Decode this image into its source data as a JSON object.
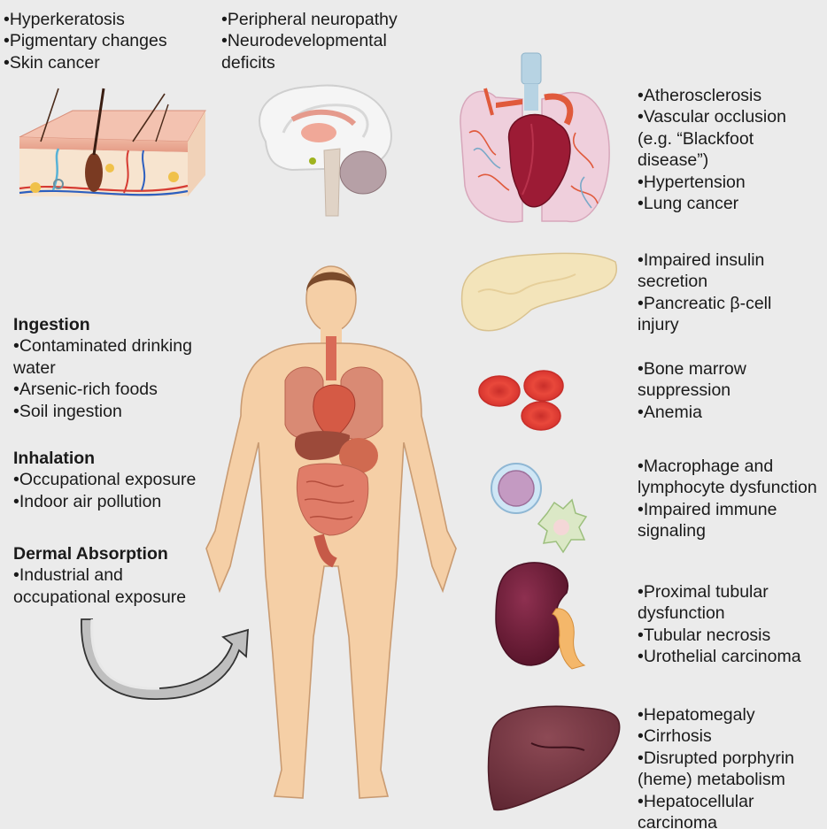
{
  "colors": {
    "background": "#ebebeb",
    "skin": "#f5cfa6",
    "organ": "#d96b57",
    "heart": "#9c1b35",
    "pancreas": "#f3e4ba",
    "rbc": "#e34a3c",
    "kidney": "#6e1e3a",
    "liver": "#7c4048"
  },
  "skin_effects": [
    "•Hyperkeratosis",
    "•Pigmentary changes",
    "•Skin cancer"
  ],
  "brain_effects": [
    "•Peripheral neuropathy",
    "•Neurodevelopmental",
    "deficits"
  ],
  "lung_effects": [
    "•Atherosclerosis",
    "•Vascular occlusion",
    "(e.g. “Blackfoot",
    "disease”)",
    "•Hypertension",
    "•Lung cancer"
  ],
  "pancreas_effects": [
    "•Impaired insulin",
    "secretion",
    "•Pancreatic β-cell",
    "injury"
  ],
  "blood_effects": [
    "•Bone marrow",
    "suppression",
    "•Anemia"
  ],
  "immune_effects": [
    "•Macrophage and",
    "lymphocyte dysfunction",
    "•Impaired immune",
    "signaling"
  ],
  "kidney_effects": [
    "•Proximal tubular",
    "dysfunction",
    "•Tubular necrosis",
    "•Urothelial carcinoma"
  ],
  "liver_effects": [
    "•Hepatomegaly",
    "•Cirrhosis",
    "•Disrupted porphyrin",
    "(heme) metabolism",
    "•Hepatocellular",
    "carcinoma"
  ],
  "exposure": {
    "ingestion": {
      "title": "Ingestion",
      "items": [
        "•Contaminated drinking",
        "water",
        "•Arsenic-rich foods",
        "•Soil ingestion"
      ]
    },
    "inhalation": {
      "title": "Inhalation",
      "items": [
        "•Occupational exposure",
        "•Indoor air pollution"
      ]
    },
    "dermal": {
      "title": "Dermal Absorption",
      "items": [
        "•Industrial and",
        "occupational exposure"
      ]
    }
  },
  "icons": [
    "skin-cross-section-icon",
    "brain-icon",
    "heart-lungs-icon",
    "human-body-icon",
    "pancreas-icon",
    "red-blood-cells-icon",
    "immune-cells-icon",
    "kidney-icon",
    "liver-icon",
    "curved-arrow-icon"
  ]
}
